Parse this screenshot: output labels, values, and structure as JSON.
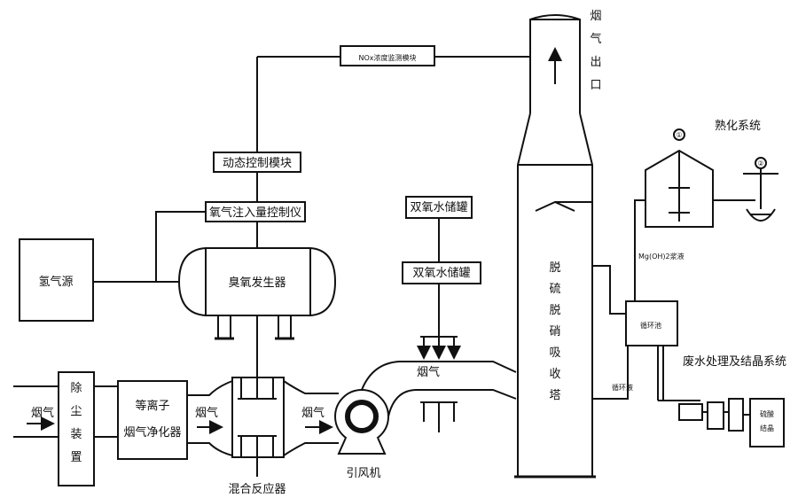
{
  "labels": {
    "nox_module": "NOx浓度监测模块",
    "dynamic_control": "动态控制模块",
    "ozone_injection": "氧气注入量控制仪",
    "oxygen_source": "氢气源",
    "ozone_generator": "臭氧发生器",
    "h2o2_tank_top": "双氧水储罐",
    "h2o2_tank_mid": "双氧水储罐",
    "dust_removal": "除尘装置",
    "plasma_purifier_1": "等离子",
    "plasma_purifier_2": "烟气净化器",
    "flue_gas_in": "烟气",
    "flue_gas_2": "烟气",
    "flue_gas_3": "烟气",
    "flue_gas_4": "烟气",
    "mixing_reactor": "混合反应器",
    "induced_fan": "引风机",
    "tower": "脱硫脱硝吸收塔",
    "stack_outlet": "烟气出口",
    "thermal_system": "熟化系统",
    "mgoh_slurry": "Mg(OH)2浆液",
    "circ_tank": "循环池",
    "circ_liquid": "循环液",
    "wastewater": "废水处理及结晶系统",
    "crystal_1": "硫酸",
    "crystal_2": "结晶",
    "marker_1": "①",
    "marker_2": "②"
  }
}
